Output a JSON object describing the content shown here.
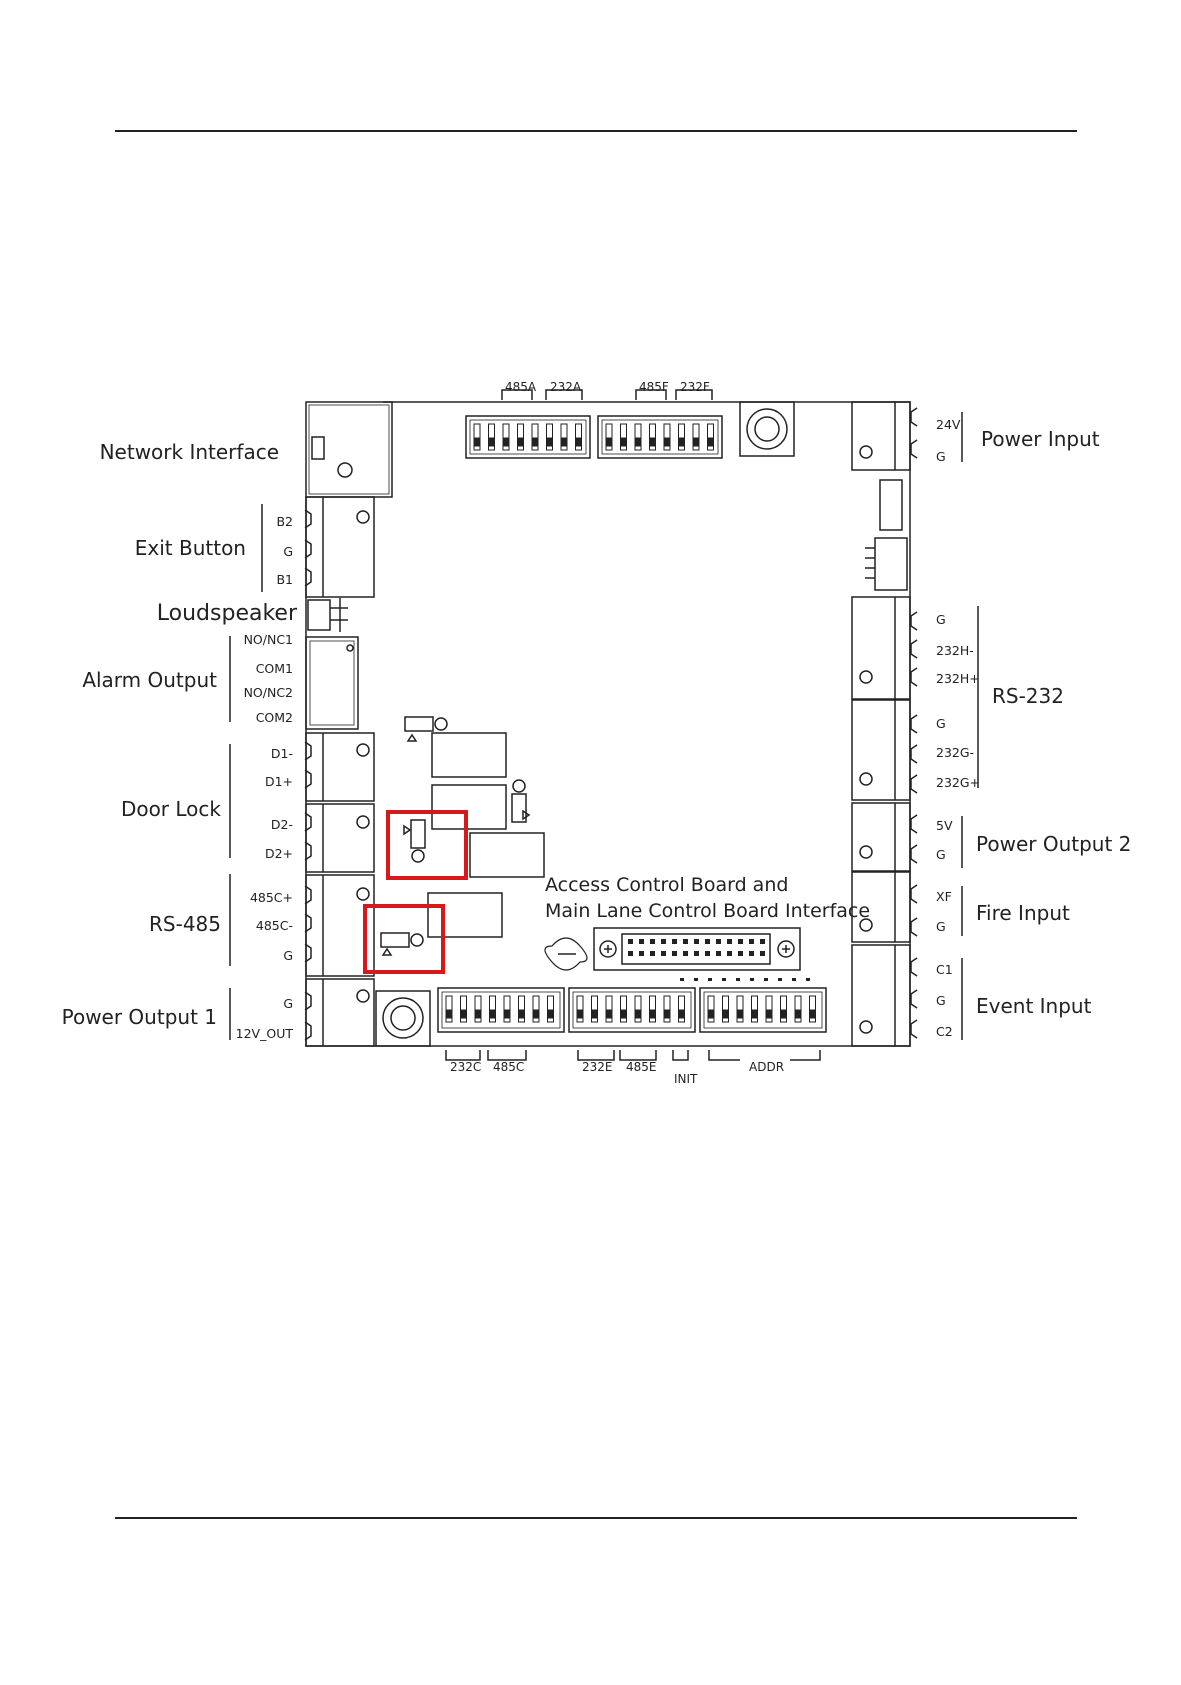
{
  "labels": {
    "network_interface": "Network Interface",
    "exit_button": "Exit Button",
    "loudspeaker": "Loudspeaker",
    "alarm_output": "Alarm Output",
    "door_lock": "Door Lock",
    "rs485": "RS-485",
    "power_output_1": "Power Output 1",
    "power_input": "Power Input",
    "rs232": "RS-232",
    "power_output_2": "Power Output 2",
    "fire_input": "Fire Input",
    "event_input": "Event Input",
    "acb_line1": "Access Control Board and",
    "acb_line2": "Main Lane Control Board Interface"
  },
  "pins": {
    "b2": "B2",
    "g_exit": "G",
    "b1": "B1",
    "no_nc1": "NO/NC1",
    "com1": "COM1",
    "no_nc2": "NO/NC2",
    "com2": "COM2",
    "d1_minus": "D1-",
    "d1_plus": "D1+",
    "d2_minus": "D2-",
    "d2_plus": "D2+",
    "c485_plus": "485C+",
    "c485_minus": "485C-",
    "g_485": "G",
    "g_pwr1": "G",
    "v12_out": "12V_OUT",
    "v24": "24V",
    "g_pin": "G",
    "g_232h": "G",
    "h232_minus": "232H-",
    "h232_plus": "232H+",
    "g_232g": "G",
    "g232_minus": "232G-",
    "g232_plus": "232G+",
    "v5": "5V",
    "g_pwr2": "G",
    "xf": "XF",
    "g_fire": "G",
    "c1": "C1",
    "g_event": "G",
    "c2": "C2"
  },
  "switch_labels": {
    "a485": "485A",
    "a232": "232A",
    "f485": "485F",
    "f232": "232F",
    "c232": "232C",
    "c485": "485C",
    "e232": "232E",
    "e485": "485E",
    "init": "INIT",
    "addr": "ADDR"
  },
  "colors": {
    "line": "#222222",
    "highlight": "#d7191c"
  }
}
